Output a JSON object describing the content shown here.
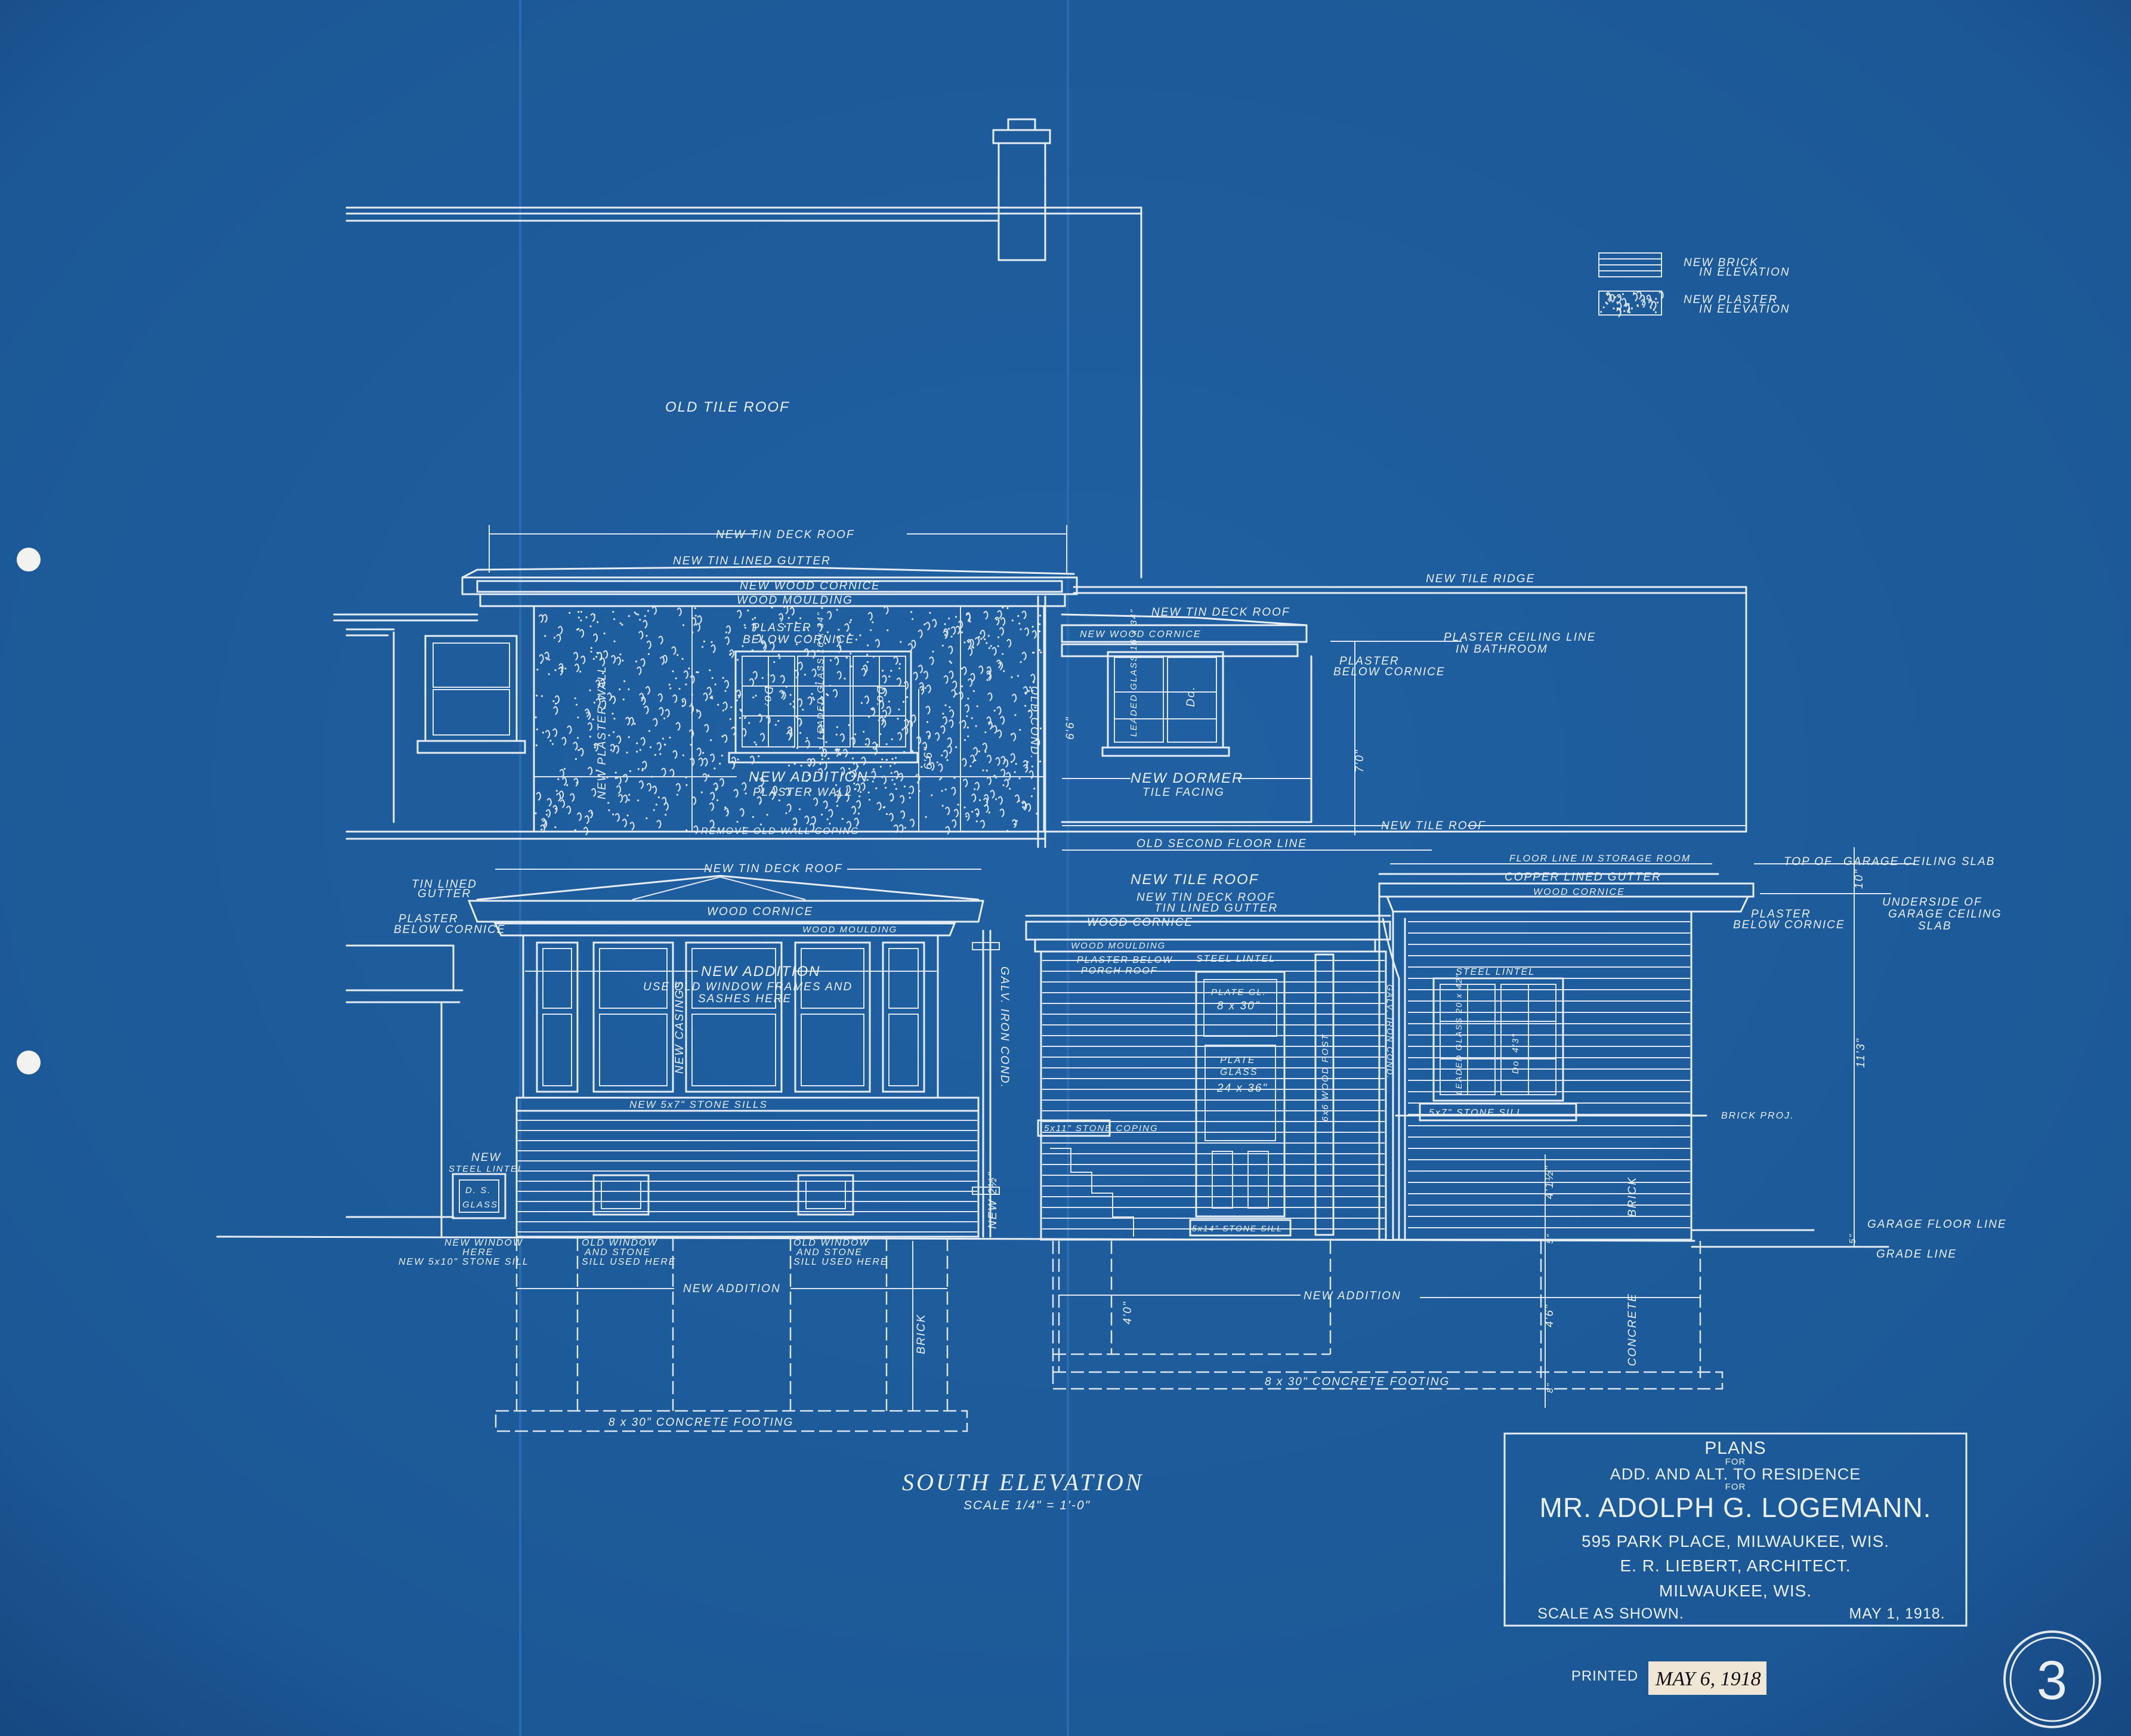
{
  "colors": {
    "paper": "#1f5c9c",
    "paper_edge": "#174a80",
    "ink": "#e4ecf4",
    "label_paper": "#efe6d6"
  },
  "sheet": {
    "number": "3",
    "printed_label": "PRINTED",
    "printed_date": "MAY 6, 1918"
  },
  "title_block": {
    "plans": "PLANS",
    "for_1": "FOR",
    "project": "ADD. AND ALT. TO RESIDENCE",
    "for_2": "FOR",
    "client": "MR. ADOLPH G. LOGEMANN.",
    "address": "595 PARK PLACE, MILWAUKEE, WIS.",
    "architect": "E. R. LIEBERT, ARCHITECT.",
    "city": "MILWAUKEE, WIS.",
    "scale": "SCALE AS SHOWN.",
    "date": "MAY 1, 1918."
  },
  "drawing": {
    "title": "SOUTH ELEVATION",
    "scale": "SCALE 1/4\" = 1'-0\""
  },
  "legend": [
    {
      "line1": "NEW BRICK",
      "line2": "IN ELEVATION"
    },
    {
      "line1": "NEW PLASTER",
      "line2": "IN ELEVATION"
    }
  ],
  "labels": {
    "old_tile_roof": "OLD TILE ROOF",
    "new_tin_deck_roof_upper": "NEW TIN DECK ROOF",
    "new_tin_lined_gutter": "NEW TIN LINED GUTTER",
    "new_wood_cornice_upper": "NEW WOOD CORNICE",
    "wood_moulding_upper": "WOOD MOULDING",
    "plaster_below_cornice_1a": "PLASTER",
    "plaster_below_cornice_1b": "BELOW CORNICE",
    "new_plaster_wall": "NEW PLASTER WALL",
    "new_addition_upper": "NEW ADDITION",
    "plaster_wall": "PLASTER WALL",
    "remove_old_wall_coping": "REMOVE OLD WALL COPING",
    "dim_6_6_a": "6'6\"",
    "old_cond": "OLD COND.",
    "new_tin_deck_roof_dormer": "NEW TIN DECK ROOF",
    "new_wood_cornice_dormer": "NEW WOOD CORNICE",
    "new_tile_ridge": "NEW TILE RIDGE",
    "plaster_ceiling_line_a": "PLASTER CEILING LINE",
    "plaster_ceiling_line_b": "IN BATHROOM",
    "plaster_below_cornice_2a": "PLASTER",
    "plaster_below_cornice_2b": "BELOW CORNICE",
    "leaded_glass_1": "LEADED GLASS 16 x 34\"",
    "ditto_1": "Do.",
    "leaded_glass_2": "LEADED GLASS 16 x 34\"",
    "ditto_2": "Do.",
    "dim_6_6_b": "6'6\"",
    "dim_7_0": "7'0\"",
    "new_dormer": "NEW DORMER",
    "tile_facing": "TILE FACING",
    "old_second_floor_line": "OLD SECOND FLOOR LINE",
    "new_tile_roof_upper": "NEW TILE ROOF",
    "floor_line_storage": "FLOOR LINE IN STORAGE ROOM",
    "top_of": "TOP OF",
    "garage_ceiling_slab": "GARAGE CEILING SLAB",
    "dim_10": "10\"",
    "underside_a": "UNDERSIDE OF",
    "underside_b": "GARAGE CEILING",
    "underside_c": "SLAB",
    "copper_lined_gutter": "COPPER LINED GUTTER",
    "wood_cornice_garage": "WOOD CORNICE",
    "plaster_below_cornice_3a": "PLASTER",
    "plaster_below_cornice_3b": "BELOW CORNICE",
    "new_tin_deck_roof_lower": "NEW TIN DECK ROOF",
    "tin_lined_gutter_a": "TIN LINED",
    "tin_lined_gutter_b": "GUTTER",
    "plaster_below_cornice_4a": "PLASTER",
    "plaster_below_cornice_4b": "BELOW CORNICE",
    "wood_cornice_bay": "WOOD CORNICE",
    "wood_moulding_bay": "WOOD MOULDING",
    "new_addition_bay": "NEW ADDITION",
    "use_old_window_a": "USE OLD WINDOW FRAMES AND",
    "use_old_window_b": "SASHES HERE",
    "new_casings": "NEW CASINGS",
    "new_stone_sills": "NEW 5x7\" STONE SILLS",
    "galv_iron_cond_1": "GALV. IRON COND.",
    "new_2_half": "NEW 2½\"",
    "new_tile_roof_lower": "NEW TILE ROOF",
    "new_tin_deck_roof_porch": "NEW TIN DECK ROOF",
    "tin_lined_gutter_porch": "TIN LINED GUTTER",
    "wood_cornice_porch": "WOOD CORNICE",
    "wood_moulding_porch": "WOOD MOULDING",
    "plaster_below_porch_a": "PLASTER BELOW",
    "plaster_below_porch_b": "PORCH ROOF",
    "steel_lintel_door": "STEEL LINTEL",
    "plate_gl_a": "PLATE GL.",
    "plate_gl_b": "8 x 30\"",
    "plate_glass_a": "PLATE",
    "plate_glass_b": "GLASS",
    "plate_glass_c": "24 x 36\"",
    "wood_post": "6x6 WOOD POST",
    "galv_iron_cond_2": "GALV. IRON COND.",
    "steel_lintel_garage": "STEEL LINTEL",
    "leaded_glass_3": "LEADED GLASS 20 x 42\"",
    "ditto_3": "Do. 4'3\"",
    "stone_sill_garage": "5x7\" STONE SILL",
    "brick_proj": "BRICK PROJ.",
    "dim_11_3": "11'3\"",
    "stone_coping": "5x11\" STONE COPING",
    "stone_sill_door": "5x14\" STONE SILL",
    "new_steel_lintel_a": "NEW",
    "new_steel_lintel_b": "STEEL LINTEL",
    "ds_glass_a": "D. S.",
    "ds_glass_b": "GLASS",
    "new_window_here_a": "NEW WINDOW",
    "new_window_here_b": "HERE",
    "new_stone_sill_5x10": "NEW 5x10\" STONE SILL",
    "old_window_1a": "OLD WINDOW",
    "old_window_1b": "AND STONE",
    "old_window_1c": "SILL USED HERE",
    "old_window_2a": "OLD WINDOW",
    "old_window_2b": "AND STONE",
    "old_window_2c": "SILL USED HERE",
    "new_addition_found_left": "NEW ADDITION",
    "brick_found_left": "BRICK",
    "footing_left": "8 x 30\"  CONCRETE  FOOTING",
    "dim_4_0": "4'0\"",
    "new_addition_found_right": "NEW ADDITION",
    "dim_4_6": "4'6\"",
    "concrete_found_right": "CONCRETE",
    "brick_found_right": "BRICK",
    "dim_4_1_half": "4'1½\"",
    "dim_5_a": "5\"",
    "dim_8": "8\"",
    "footing_right": "8 x 30\" CONCRETE FOOTING",
    "garage_floor_line": "GARAGE FLOOR LINE",
    "grade_line": "GRADE LINE",
    "dim_5_b": "5\""
  }
}
